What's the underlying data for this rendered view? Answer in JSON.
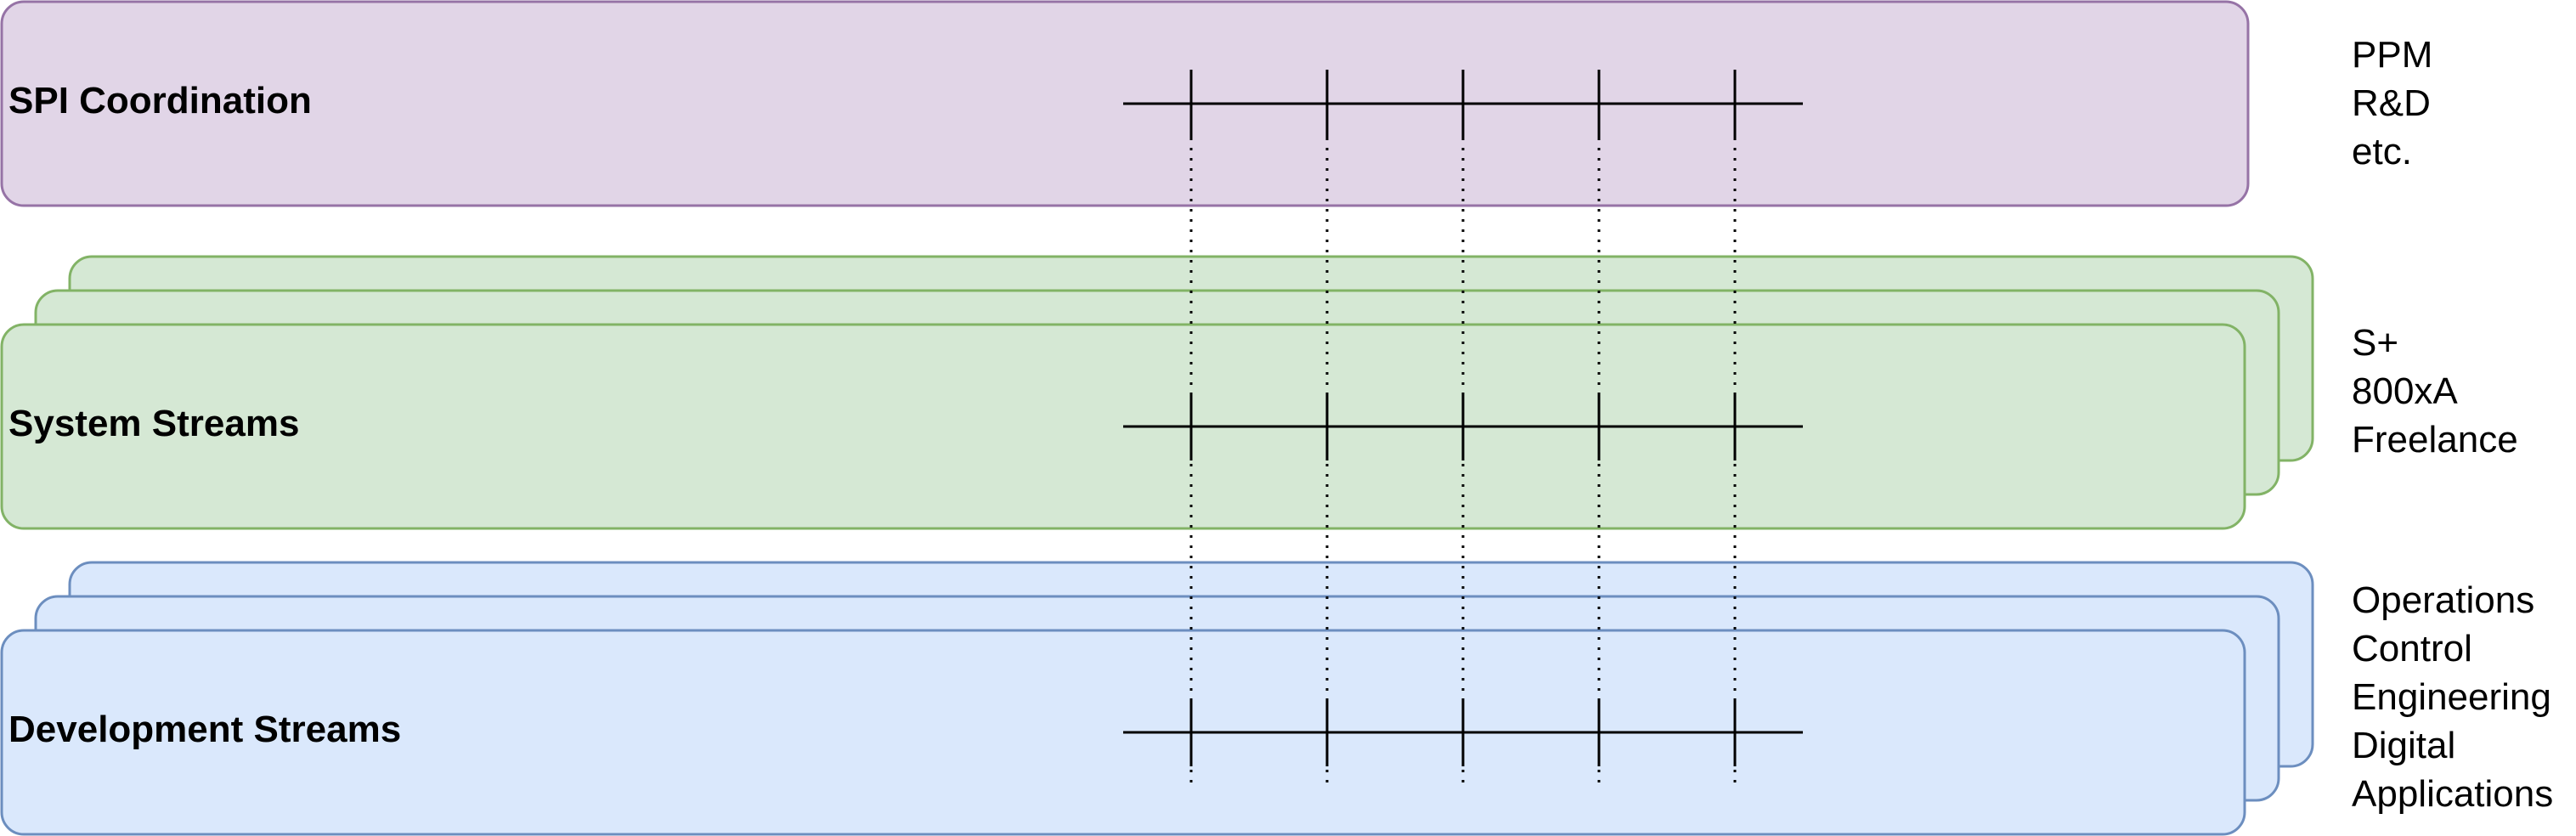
{
  "diagram": {
    "layers": [
      {
        "id": "spi",
        "label": "SPI Coordination",
        "fill": "#e1d5e7",
        "stroke": "#9673a6",
        "stacked": false,
        "side_text": [
          "PPM",
          "R&D",
          "etc."
        ]
      },
      {
        "id": "system",
        "label": "System Streams",
        "fill": "#d5e8d4",
        "stroke": "#82b366",
        "stacked": true,
        "side_text": [
          "S+",
          "800xA",
          "Freelance"
        ]
      },
      {
        "id": "development",
        "label": "Development Streams",
        "fill": "#dae8fc",
        "stroke": "#6c8ebf",
        "stacked": true,
        "side_text": [
          "Operations",
          "Control",
          "Engineering",
          "Digital",
          "Applications"
        ]
      }
    ],
    "sync_points": 5,
    "line_color": "#000000"
  }
}
